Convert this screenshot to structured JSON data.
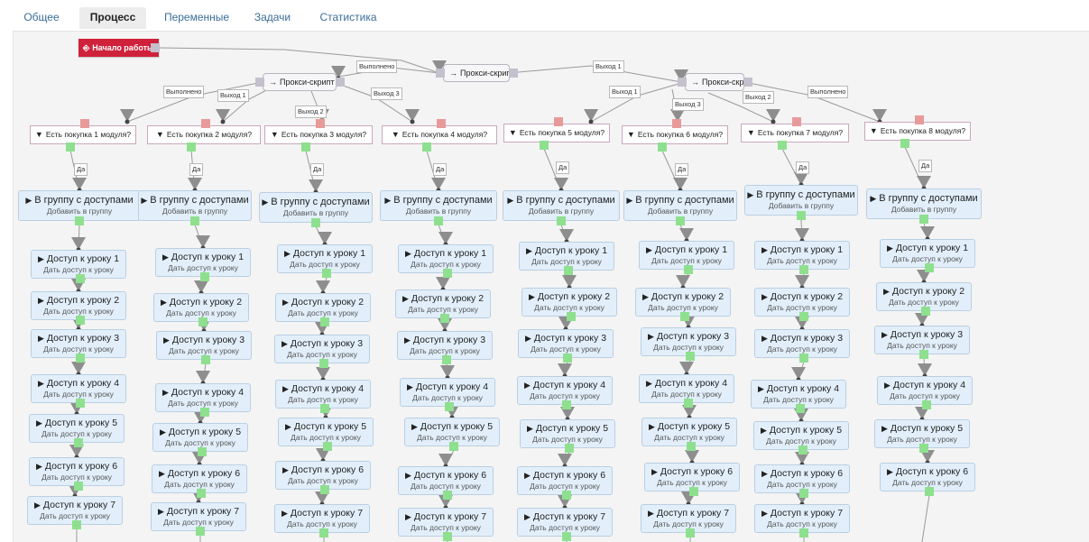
{
  "tabs": [
    {
      "label": "Общее",
      "active": false
    },
    {
      "label": "Процесс",
      "active": true
    },
    {
      "label": "Переменные",
      "active": false
    },
    {
      "label": "Задачи",
      "active": false
    },
    {
      "label": "Статистика",
      "active": false
    }
  ],
  "start": {
    "label": "Начало работы",
    "icon": "login-icon"
  },
  "proxy": {
    "label": "Прокси-скрипт",
    "icon": "arrow-right-icon"
  },
  "wire_labels": {
    "done": "Выполнено",
    "exit1": "Выход 1",
    "exit2": "Выход 2",
    "exit3": "Выход 3",
    "yes": "Да"
  },
  "condition": {
    "icon": "filter-icon"
  },
  "conditions": [
    "Есть покупка 1 модуля?",
    "Есть покупка 2 модуля?",
    "Есть покупка 3 модуля?",
    "Есть покупка 4 модуля?",
    "Есть покупка 5 модуля?",
    "Есть покупка 6 модуля?",
    "Есть покупка 7 модуля?",
    "Есть покупка 8 модуля?"
  ],
  "group_action": {
    "title": "В группу с доступами",
    "subtitle": "Добавить в группу",
    "icon": "play-icon"
  },
  "lesson_action": {
    "subtitle": "Дать доступ к уроку",
    "icon": "play-icon"
  },
  "lesson_titles": [
    "Доступ к уроку 1",
    "Доступ к уроку 2",
    "Доступ к уроку 3",
    "Доступ к уроку 4",
    "Доступ к уроку 5",
    "Доступ к уроку 6",
    "Доступ к уроку 7"
  ],
  "colors": {
    "start": "#d0213b",
    "action_bg": "#e2effb",
    "port_green": "#8ee08e",
    "port_red": "#e89a9a",
    "link": "#3a6d99"
  }
}
